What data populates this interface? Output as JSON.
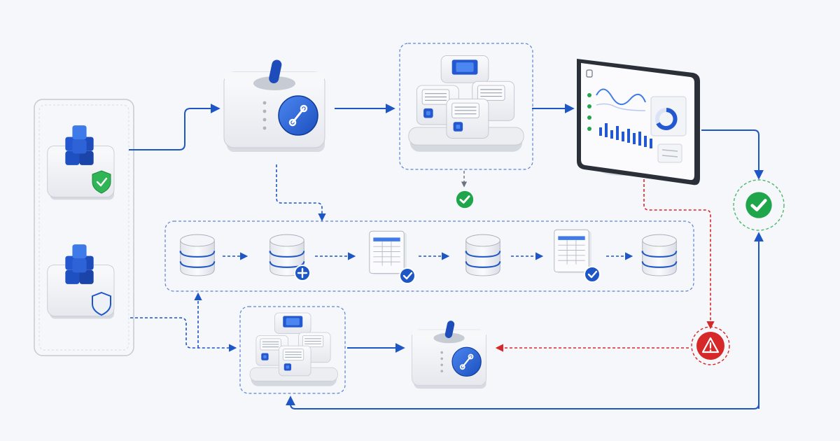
{
  "diagram": {
    "title": "",
    "colors": {
      "background": "#f6f7fa",
      "blue": "#1d56c7",
      "blue_light": "#3f7be8",
      "green": "#1fa54a",
      "red": "#d62828",
      "box_face": "#f1f2f5",
      "box_side": "#dfe2e8",
      "dashed_frame": "#5b82d6",
      "gray_frame": "#c7cad1"
    },
    "nodes": [
      {
        "id": "source-top",
        "icon": "cube-stack-shield-check-icon"
      },
      {
        "id": "source-bottom",
        "icon": "cube-stack-shield-icon"
      },
      {
        "id": "gateway-top",
        "icon": "toggle-switch-link-icon"
      },
      {
        "id": "cluster-top",
        "icon": "server-cluster-icon"
      },
      {
        "id": "monitor",
        "icon": "dashboard-monitor-icon"
      },
      {
        "id": "cluster-check",
        "icon": "check-circle-icon"
      },
      {
        "id": "final-check",
        "icon": "check-circle-icon"
      },
      {
        "id": "db-1",
        "icon": "database-icon"
      },
      {
        "id": "db-2",
        "icon": "database-plus-icon"
      },
      {
        "id": "table-1",
        "icon": "table-check-icon"
      },
      {
        "id": "db-3",
        "icon": "database-icon"
      },
      {
        "id": "table-2",
        "icon": "table-check-icon"
      },
      {
        "id": "db-4",
        "icon": "database-icon"
      },
      {
        "id": "cluster-bottom",
        "icon": "server-cluster-icon"
      },
      {
        "id": "gateway-bottom",
        "icon": "toggle-switch-link-icon"
      },
      {
        "id": "alert",
        "icon": "warning-triangle-icon"
      }
    ],
    "connections": [
      {
        "from": "source-top",
        "to": "gateway-top",
        "style": "solid",
        "color": "blue"
      },
      {
        "from": "gateway-top",
        "to": "cluster-top",
        "style": "solid",
        "color": "blue"
      },
      {
        "from": "cluster-top",
        "to": "monitor",
        "style": "solid",
        "color": "blue"
      },
      {
        "from": "monitor",
        "to": "final-check",
        "style": "solid",
        "color": "blue"
      },
      {
        "from": "cluster-top",
        "to": "cluster-check",
        "style": "dashed",
        "color": "gray"
      },
      {
        "from": "gateway-top",
        "to": "pipeline",
        "style": "dashed",
        "color": "blue"
      },
      {
        "from": "db-1",
        "to": "db-2",
        "style": "dashed",
        "color": "blue"
      },
      {
        "from": "db-2",
        "to": "table-1",
        "style": "dashed",
        "color": "blue"
      },
      {
        "from": "table-1",
        "to": "db-3",
        "style": "dashed",
        "color": "blue"
      },
      {
        "from": "db-3",
        "to": "table-2",
        "style": "dashed",
        "color": "blue"
      },
      {
        "from": "table-2",
        "to": "db-4",
        "style": "dashed",
        "color": "blue"
      },
      {
        "from": "source-bottom",
        "to": "cluster-bottom",
        "style": "dashed",
        "color": "blue"
      },
      {
        "from": "source-bottom",
        "to": "pipeline",
        "style": "dashed",
        "color": "blue"
      },
      {
        "from": "cluster-bottom",
        "to": "gateway-bottom",
        "style": "solid",
        "color": "blue"
      },
      {
        "from": "monitor",
        "to": "alert",
        "style": "dashed",
        "color": "red"
      },
      {
        "from": "alert",
        "to": "gateway-bottom",
        "style": "dashed",
        "color": "red"
      },
      {
        "from": "cluster-bottom",
        "to": "final-check",
        "style": "solid",
        "color": "blue"
      }
    ]
  }
}
